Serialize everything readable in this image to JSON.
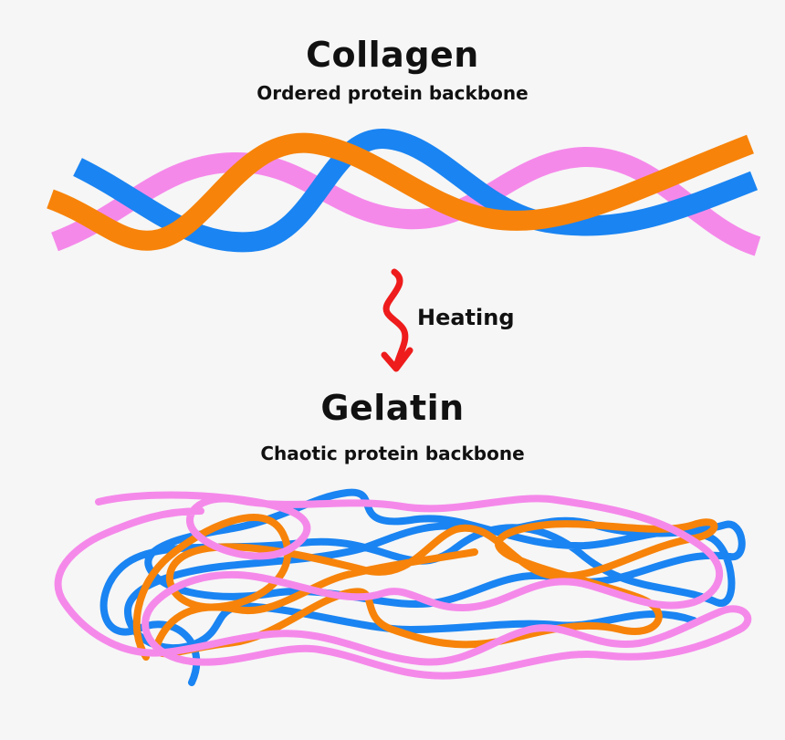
{
  "collagen": {
    "title": "Collagen",
    "subtitle": "Ordered protein backbone"
  },
  "process": {
    "label": "Heating"
  },
  "gelatin": {
    "title": "Gelatin",
    "subtitle": "Chaotic protein backbone"
  },
  "colors": {
    "background": "#f6f6f6",
    "strand_blue": "#1a84f2",
    "strand_orange": "#f7830a",
    "strand_pink": "#f589ea",
    "arrow_red": "#ee1c1c"
  }
}
